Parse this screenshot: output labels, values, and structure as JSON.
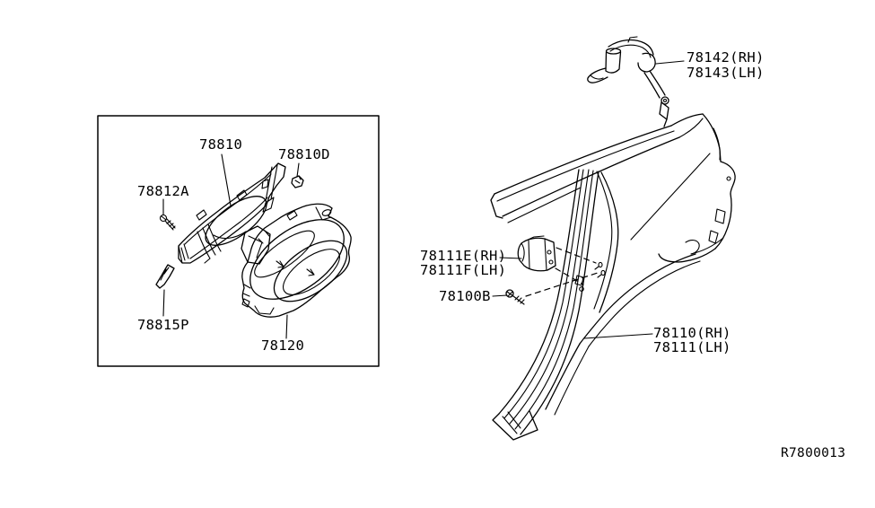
{
  "page": {
    "background_color": "#ffffff",
    "line_color": "#000000"
  },
  "diagram": {
    "type": "exploded-parts-line-drawing",
    "subject": "rear fender / body side panel",
    "drawing_ref": "R7800013",
    "parts": {
      "p78810": {
        "label": "78810"
      },
      "p78810D": {
        "label": "78810D"
      },
      "p78812A": {
        "label": "78812A"
      },
      "p78815P": {
        "label": "78815P"
      },
      "p78120": {
        "label": "78120"
      },
      "p78142": {
        "label": "78142(RH)"
      },
      "p78143": {
        "label": "78143(LH)"
      },
      "p78111E": {
        "label": "78111E(RH)"
      },
      "p78111F": {
        "label": "78111F(LH)"
      },
      "p78100B": {
        "label": "78100B"
      },
      "p78110": {
        "label": "78110(RH)"
      },
      "p78111": {
        "label": "78111(LH)"
      }
    }
  }
}
